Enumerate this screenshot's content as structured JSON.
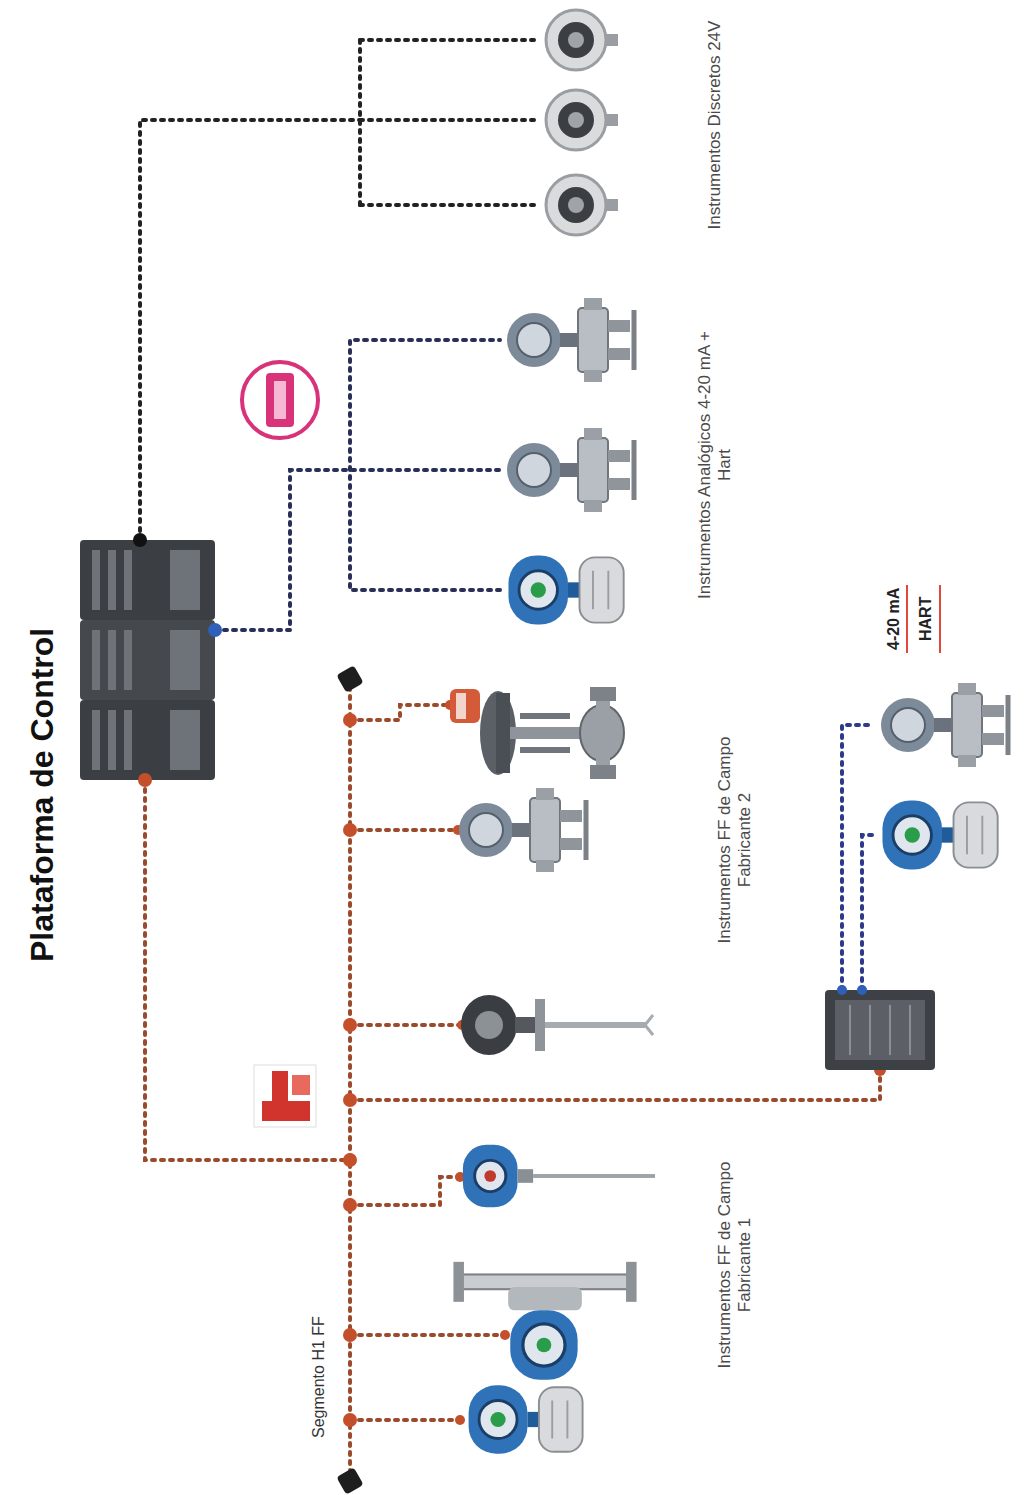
{
  "diagram": {
    "title": "Plataforma de Control",
    "labels": [
      "Segmento H1 FF",
      "Instrumentos FF de Campo Fabricante 1",
      "Instrumentos FF de Campo Fabricante 2",
      "Instrumentos Analógicos 4-20 mA + Hart",
      "Instrumentos Discretos 24V",
      "4-20 mA",
      "HART"
    ]
  }
}
